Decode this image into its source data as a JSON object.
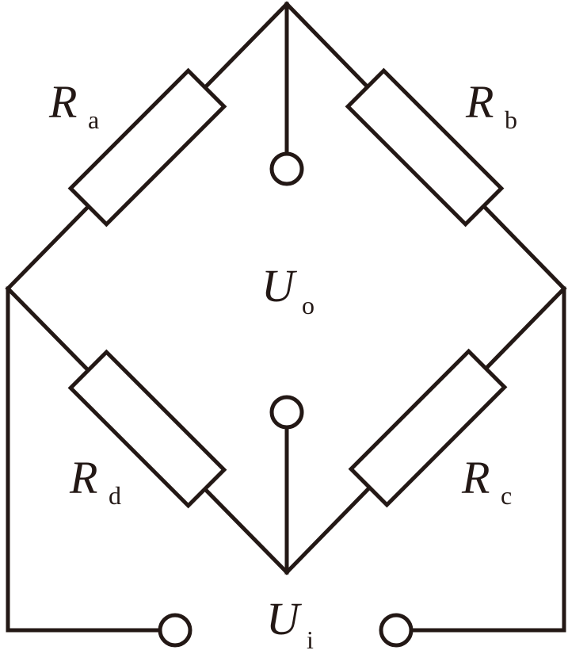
{
  "diagram": {
    "type": "wheatstone-bridge-circuit",
    "stroke_color": "#231815",
    "background_color": "#ffffff",
    "resistors": [
      {
        "id": "Ra",
        "symbol": "R",
        "subscript": "a",
        "arm": "top-left"
      },
      {
        "id": "Rb",
        "symbol": "R",
        "subscript": "b",
        "arm": "top-right"
      },
      {
        "id": "Rc",
        "symbol": "R",
        "subscript": "c",
        "arm": "bottom-right"
      },
      {
        "id": "Rd",
        "symbol": "R",
        "subscript": "d",
        "arm": "bottom-left"
      }
    ],
    "output_voltage": {
      "symbol": "U",
      "subscript": "o"
    },
    "input_voltage": {
      "symbol": "U",
      "subscript": "i"
    },
    "terminals": [
      {
        "id": "output-top",
        "connects_to": "top-node"
      },
      {
        "id": "output-bottom",
        "connects_to": "bottom-node"
      },
      {
        "id": "input-left",
        "connects_to": "left-node"
      },
      {
        "id": "input-right",
        "connects_to": "right-node"
      }
    ]
  }
}
